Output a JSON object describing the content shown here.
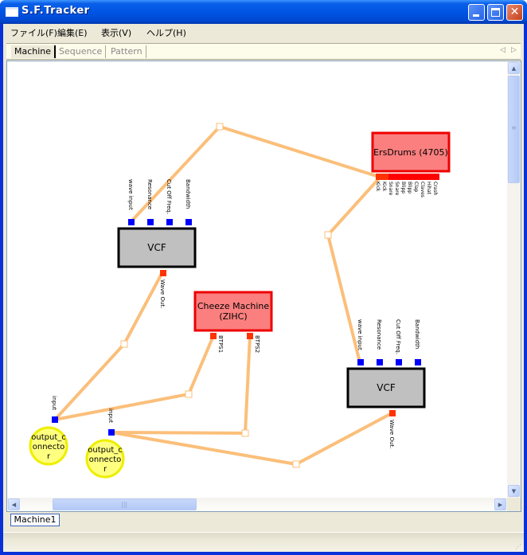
{
  "window": {
    "title": "S.F.Tracker"
  },
  "menu": [
    {
      "label": "ファイル(F)"
    },
    {
      "label": "編集(E)"
    },
    {
      "label": "表示(V)"
    },
    {
      "label": "ヘルプ(H)"
    }
  ],
  "tabs": [
    {
      "label": "Machine",
      "active": true
    },
    {
      "label": "Sequence",
      "active": false
    },
    {
      "label": "Pattern",
      "active": false
    }
  ],
  "colors": {
    "wire": "#fbbf7a",
    "input_port": "#0000ff",
    "output_port": "#ff3300",
    "generator_fill": "#fb7f7f",
    "generator_border": "#ee0000",
    "effect_fill": "#c0c0c0",
    "effect_border": "#000000",
    "output_fill": "#ffff80",
    "output_border": "#eeee00"
  },
  "machines": {
    "ersdrums": {
      "label": "ErsDrums (4705)",
      "outputs": [
        "Kick",
        "Kick",
        "Snare",
        "Snare",
        "Blipp",
        "Blipp",
        "Clap",
        "Claves",
        "Hihat",
        "Crash"
      ]
    },
    "vcf1": {
      "label": "VCF",
      "inputs": [
        "wave input",
        "Resonance",
        "Cut Off Freq.",
        "Bandwidth"
      ],
      "outputs": [
        "Wave Out."
      ]
    },
    "cheeze": {
      "label_line1": "Cheeze Machine",
      "label_line2": "(ZIHC)",
      "outputs": [
        "BTPS1",
        "BTPS2"
      ]
    },
    "vcf2": {
      "label": "VCF",
      "inputs": [
        "wave input",
        "Resonance",
        "Cut Off Freq.",
        "Bandwidth"
      ],
      "outputs": [
        "Wave Out."
      ]
    },
    "out1": {
      "label_lines": [
        "output_c",
        "onnecto",
        "r"
      ],
      "input": "input"
    },
    "out2": {
      "label_lines": [
        "output_c",
        "onnecto",
        "r"
      ],
      "input": "input"
    }
  },
  "bottom_tabs": [
    {
      "label": "Machine1"
    }
  ],
  "scroll_icons": {
    "up": "▲",
    "down": "▼",
    "left": "◀",
    "right": "▶",
    "grip": "≡"
  }
}
